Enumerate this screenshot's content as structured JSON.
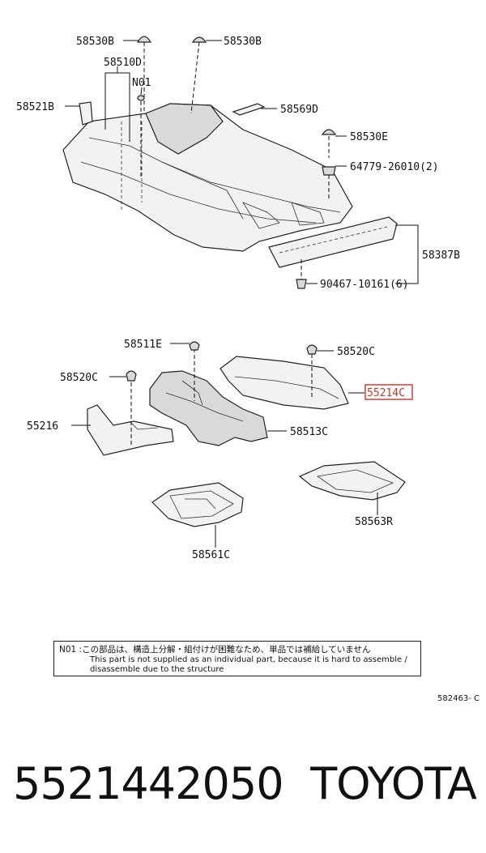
{
  "callouts": {
    "c1": "58530B",
    "c2": "58530B",
    "c3": "58510D",
    "c4": "N01",
    "c5": "58521B",
    "c6": "58569D",
    "c7": "58530E",
    "c8": "64779-26010(2)",
    "c9": "58387B",
    "c10": "90467-10161(6)",
    "c11": "58511E",
    "c12": "58520C",
    "c13": "58520C",
    "c14": "55214C",
    "c15": "55216",
    "c16": "58513C",
    "c17": "58563R",
    "c18": "58561C"
  },
  "note": {
    "jp": "N01 :この部品は、構造上分解・組付けが困難なため、単品では補給していません",
    "en": "This part is not supplied as an individual part, because it is hard to assemble / disassemble due to the structure"
  },
  "figure_code": "582463- C",
  "footer": {
    "part_number": "5521442050",
    "brand": "TOYOTA"
  },
  "colors": {
    "highlight": "#c0392b"
  }
}
